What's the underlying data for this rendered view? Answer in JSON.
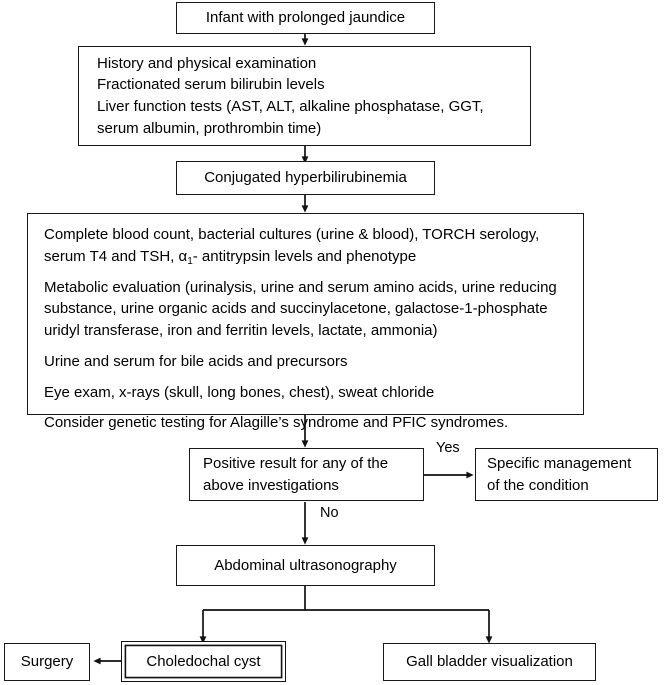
{
  "diagram": {
    "title": "Diagnostic approach to infant with prolonged jaundice",
    "type": "clinical-algorithm-flowchart",
    "line_color": "#1a1a1a",
    "background": "#ffffff"
  },
  "nodes": {
    "start": {
      "label": "Infant with prolonged jaundice"
    },
    "initial_workup": {
      "lines": [
        "History and physical examination",
        "Fractionated serum bilirubin levels",
        "Liver function tests (AST, ALT, alkaline phosphatase, GGT, serum albumin, prothrombin time)"
      ]
    },
    "conjugated": {
      "label": "Conjugated hyperbilirubinemia"
    },
    "investigations": {
      "paragraphs": [
        "Complete blood count, bacterial cultures (urine & blood), TORCH serology, serum T4 and TSH, α₁- antitrypsin levels and phenotype",
        "Metabolic evaluation (urinalysis, urine and serum amino acids, urine reducing substance, urine organic acids and succinylacetone, galactose-1-phosphate uridyl transferase, iron and ferritin levels, lactate, ammonia)",
        "Urine and serum for bile acids and precursors",
        "Eye exam, x-rays (skull, long bones, chest), sweat chloride",
        "Consider genetic testing for Alagille’s syndrome and PFIC syndromes."
      ]
    },
    "decision": {
      "label": "Positive result for any of the above investigations"
    },
    "specific_management": {
      "label": "Specific management of the condition"
    },
    "ultrasound": {
      "label": "Abdominal ultrasonography"
    },
    "choledochal_cyst": {
      "label": "Choledochal cyst"
    },
    "surgery": {
      "label": "Surgery"
    },
    "gall_bladder": {
      "label": "Gall bladder visualization"
    }
  },
  "edge_labels": {
    "yes": "Yes",
    "no": "No"
  }
}
